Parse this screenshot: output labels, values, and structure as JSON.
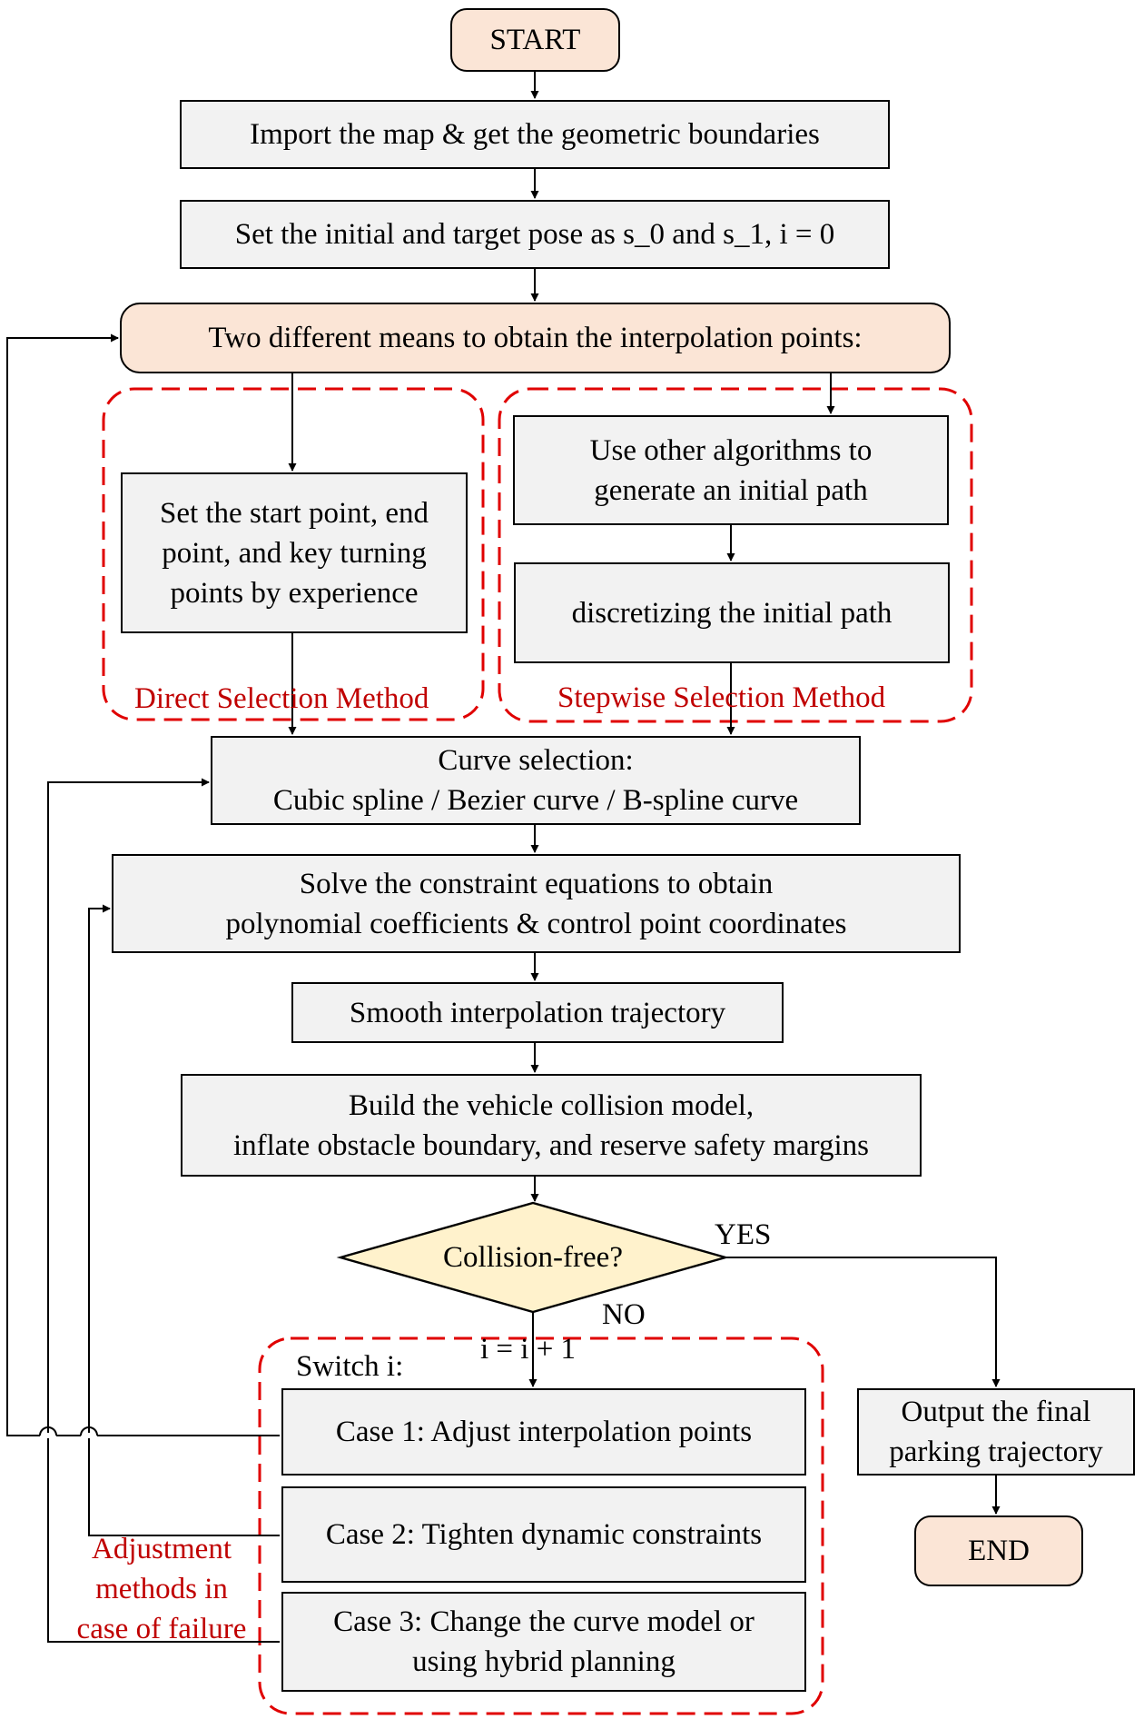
{
  "start": "START",
  "step_import": "Import the map & get the geometric boundaries",
  "step_set_pose": "Set the initial and target pose as s_0 and s_1, i = 0",
  "step_two_means": "Two different means to obtain the interpolation points:",
  "direct": {
    "lines": [
      "Set the start point, end",
      "point, and key turning",
      "points by experience"
    ],
    "group_label": "Direct Selection Method"
  },
  "stepwise": {
    "use_other_lines": [
      "Use other algorithms to",
      "generate an initial path"
    ],
    "discretize": "discretizing the initial path",
    "group_label": "Stepwise Selection Method"
  },
  "curve_selection_lines": [
    "Curve selection:",
    "Cubic spline / Bezier curve / B-spline curve"
  ],
  "solve_lines": [
    "Solve the constraint equations to obtain",
    "polynomial coefficients & control point coordinates"
  ],
  "smooth": "Smooth interpolation trajectory",
  "collision_model_lines": [
    "Build the vehicle collision model,",
    "inflate obstacle boundary, and reserve safety margins"
  ],
  "decision": "Collision-free?",
  "yes_label": "YES",
  "no_label": "NO",
  "increment": "i = i + 1",
  "switch_label": "Switch i:",
  "case1": "Case 1: Adjust interpolation points",
  "case2": "Case 2: Tighten dynamic constraints",
  "case3_lines": [
    "Case 3: Change the curve model or",
    "using hybrid planning"
  ],
  "failure_group_lines": [
    "Adjustment",
    "methods in",
    "case of failure"
  ],
  "output_lines": [
    "Output the final",
    "parking trajectory"
  ],
  "end": "END",
  "colors": {
    "box_fill": "#f2f2f2",
    "terminal_fill": "#fbe5d6",
    "decision_fill": "#fff2cc",
    "group_border": "#e00000",
    "group_label": "#c00000"
  }
}
